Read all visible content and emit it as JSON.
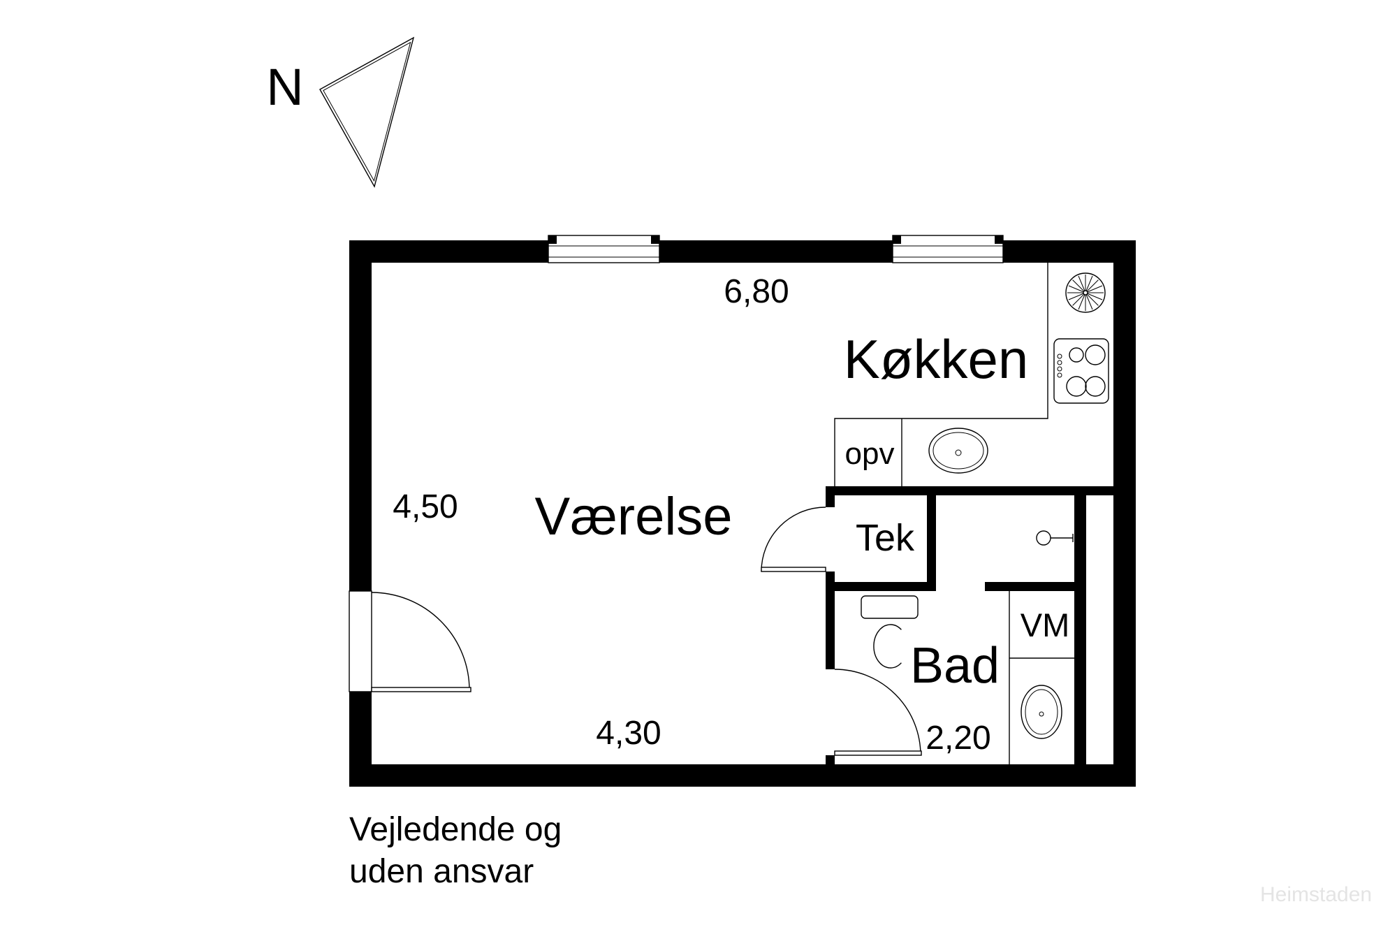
{
  "compass": {
    "label": "N"
  },
  "rooms": {
    "vaerelse": "Værelse",
    "kokken": "Køkken",
    "bad": "Bad",
    "tek": "Tek",
    "opv": "opv",
    "vm": "VM"
  },
  "dimensions": {
    "top": "6,80",
    "left": "4,50",
    "bottom": "4,30",
    "bad": "2,20"
  },
  "disclaimer": {
    "line1": "Vejledende og",
    "line2": "uden ansvar"
  },
  "watermark": "Heimstaden",
  "colors": {
    "wall": "#000000",
    "background": "#ffffff",
    "watermark": "#e4e4e4"
  }
}
